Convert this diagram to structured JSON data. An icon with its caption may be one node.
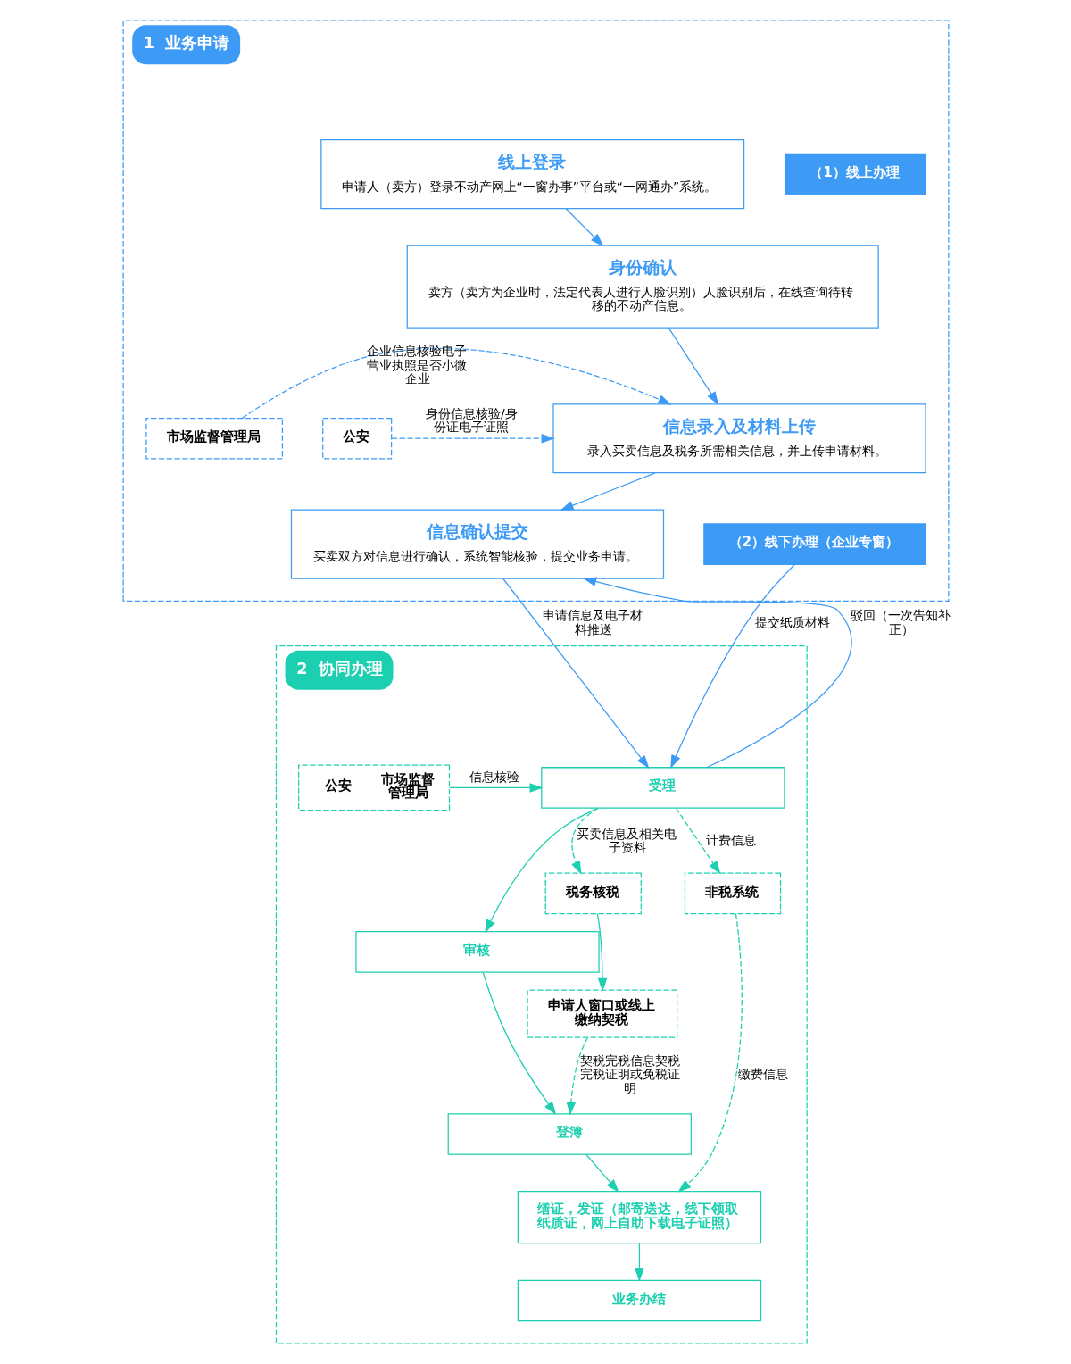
{
  "diagram": {
    "nodes": [
      {
        "text": [
          "1",
          "业务申请"
        ]
      },
      {
        "text": [
          "（1）线上办理"
        ],
        "in": 0
      },
      {
        "text": [
          "线上登录",
          "申请人（卖方）登录不动产网上“一窗办事”平台或“一网通办”系统。"
        ],
        "in": 0
      },
      {
        "text": [
          "身份确认",
          "卖方（卖方为企业时，法定代表人进行人脸识别）人脸识别后，在线查询待转移的不动产信息。"
        ],
        "in": 0
      },
      {
        "text": [
          "信息录入及材料上传",
          "录入买卖信息及税务所需相关信息，并上传申请材料。"
        ],
        "in": 0
      },
      {
        "text": [
          "信息确认提交",
          "买卖双方对信息进行确认，系统智能核验，提交业务申请。"
        ],
        "in": 0
      },
      {
        "text": [
          "公安"
        ],
        "in": 0
      },
      {
        "text": [
          "市场监督管理局"
        ],
        "in": 0
      },
      {
        "text": [
          "（2）线下办理（企业专窗）"
        ],
        "in": 0
      },
      {
        "text": [
          "2",
          "协同办理"
        ]
      },
      {
        "text": [
          "受理"
        ],
        "in": 9
      },
      {
        "text": [
          "审核"
        ],
        "in": 9
      },
      {
        "text": [
          "登簿"
        ],
        "in": 9
      },
      {
        "text": [
          "缮证，发证（邮寄送达，线下领取纸质证，网上自助下载电子证照）"
        ],
        "in": 9
      },
      {
        "text": [
          "业务办结"
        ],
        "in": 9
      },
      {
        "text": [
          "非税系统"
        ],
        "in": 9
      },
      {
        "text": [
          "公安",
          "市场监督管理局"
        ],
        "in": 9
      },
      {
        "text": [
          "税务核税"
        ],
        "in": 9
      },
      {
        "text": [
          "申请人窗口或线上缴纳契税"
        ],
        "in": 9
      }
    ],
    "edges": [
      {
        "from": 2,
        "to": 3,
        "arrow": "to",
        "color": "#3d9bf5"
      },
      {
        "from": 3,
        "to": 4,
        "arrow": "to",
        "color": "#3d9bf5"
      },
      {
        "from": 4,
        "to": 5,
        "arrow": "to",
        "color": "#3d9bf5"
      },
      {
        "from": 6,
        "to": 4,
        "arrow": "to",
        "label": "身份信息核验/身份证电子证照",
        "style": "dashed",
        "color": "#3d9bf5"
      },
      {
        "from": 7,
        "to": 4,
        "arrow": "to",
        "label": "企业信息核验电子营业执照是否小微企业",
        "style": "dashed",
        "color": "#3d9bf5"
      },
      {
        "from": 5,
        "to": 10,
        "arrow": "to",
        "label": "申请信息及电子材料推送",
        "color": "#3d9bf5"
      },
      {
        "from": 8,
        "to": 10,
        "arrow": "to",
        "label": "提交纸质材料",
        "color": "#3d9bf5"
      },
      {
        "from": 10,
        "to": 5,
        "arrow": "to",
        "label": "驳回（一次告知补正）",
        "color": "#3d9bf5"
      },
      {
        "from": 16,
        "to": 10,
        "arrow": "to",
        "label": "信息核验"
      },
      {
        "from": 10,
        "to": 15,
        "arrow": "to",
        "label": "计费信息",
        "style": "dashed"
      },
      {
        "from": 10,
        "to": 17,
        "arrow": "to",
        "label": "买卖信息及相关电子资料",
        "style": "dashed"
      },
      {
        "from": 10,
        "to": 11,
        "arrow": "to"
      },
      {
        "from": 11,
        "to": 12,
        "arrow": "to"
      },
      {
        "from": 12,
        "to": 13,
        "arrow": "to"
      },
      {
        "from": 13,
        "to": 14,
        "arrow": "to"
      },
      {
        "from": 17,
        "to": 18,
        "arrow": "to"
      },
      {
        "from": 18,
        "to": 12,
        "arrow": "to",
        "label": "契税完税信息契税完税证明或免税证明",
        "style": "dashed"
      },
      {
        "from": 15,
        "to": 13,
        "arrow": "to",
        "label": "缴费信息",
        "style": "dashed"
      }
    ]
  }
}
